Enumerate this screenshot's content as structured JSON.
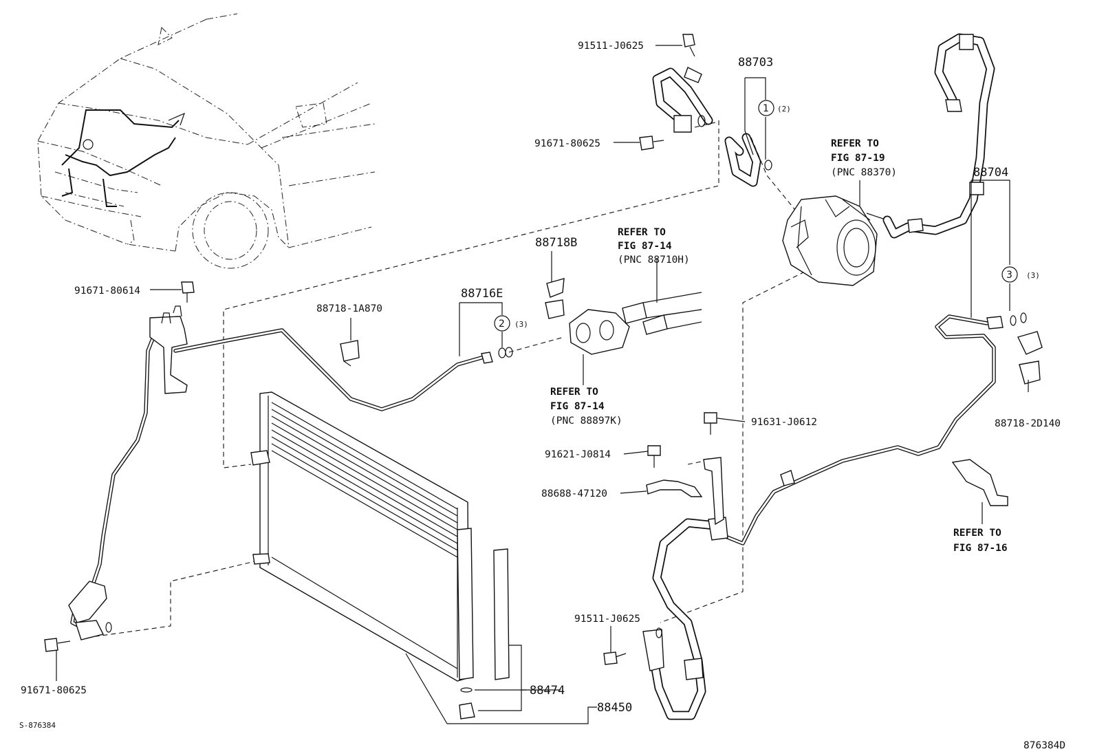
{
  "labels": {
    "l_91511_top": "91511-J0625",
    "l_88703": "88703",
    "l_circ1": "1",
    "l_qty2": "(2)",
    "l_91671_mid": "91671-80625",
    "l_ref1919": "REFER TO",
    "l_ref1919b": "FIG 87-19",
    "l_ref1919c": "(PNC 88370)",
    "l_91671_80614": "91671-80614",
    "l_88718b": "88718B",
    "l_ref1414a": "REFER TO",
    "l_ref1414b": "FIG 87-14",
    "l_ref1414c": "(PNC 88710H)",
    "l_88704": "88704",
    "l_circ3": "3",
    "l_qty3b": "(3)",
    "l_88718_1a870": "88718-1A870",
    "l_88716e": "88716E",
    "l_circ2": "2",
    "l_qty3a": "(3)",
    "l_ref14k_a": "REFER TO",
    "l_ref14k_b": "FIG 87-14",
    "l_ref14k_c": "(PNC 88897K)",
    "l_91631": "91631-J0612",
    "l_88718_2d140": "88718-2D140",
    "l_91621": "91621-J0814",
    "l_88688": "88688-47120",
    "l_ref16a": "REFER TO",
    "l_ref16b": "FIG 87-16",
    "l_91511_bot": "91511-J0625",
    "l_91671_bot": "91671-80625",
    "l_88474": "88474",
    "l_88450": "88450",
    "l_s_code": "S-876384",
    "l_fig_code": "876384D"
  }
}
